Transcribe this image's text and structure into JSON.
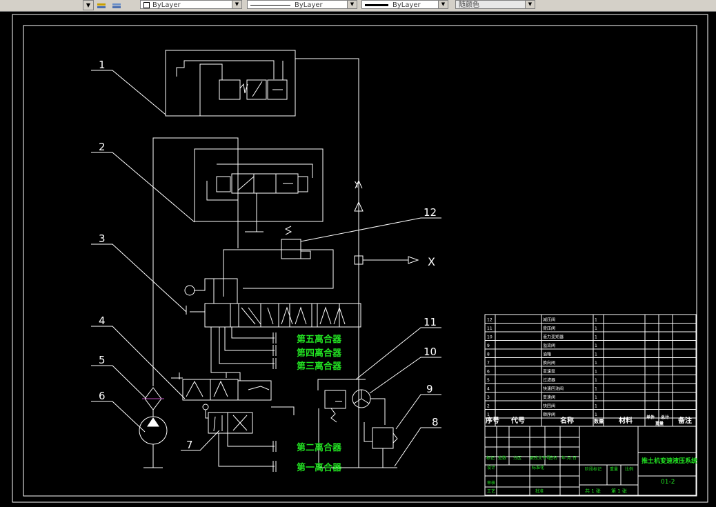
{
  "toolbar": {
    "layer_color": "ByLayer",
    "linetype": "ByLayer",
    "lineweight": "ByLayer",
    "plot_style": "随颜色"
  },
  "callouts": [
    "1",
    "2",
    "3",
    "4",
    "5",
    "6",
    "7",
    "8",
    "9",
    "10",
    "11",
    "12"
  ],
  "clutches": {
    "c5": "第五离合器",
    "c4": "第四离合器",
    "c3": "第三离合器",
    "c2": "第二离合器",
    "c1": "第一离合器"
  },
  "ports": {
    "x": "X",
    "y": "Y"
  },
  "bom": {
    "rows": [
      {
        "no": "12",
        "name": "减压阀"
      },
      {
        "no": "11",
        "name": "背压阀"
      },
      {
        "no": "10",
        "name": "液力变矩器"
      },
      {
        "no": "9",
        "name": "溢流阀"
      },
      {
        "no": "8",
        "name": "油箱"
      },
      {
        "no": "7",
        "name": "换向阀"
      },
      {
        "no": "6",
        "name": "变速泵"
      },
      {
        "no": "5",
        "name": "过滤器"
      },
      {
        "no": "4",
        "name": "快速回油阀"
      },
      {
        "no": "3",
        "name": "变速阀"
      },
      {
        "no": "2",
        "name": "快回阀"
      },
      {
        "no": "1",
        "name": "顺序阀"
      }
    ],
    "header": {
      "no": "序号",
      "code": "代号",
      "name": "名称",
      "qty": "数量",
      "material": "材料",
      "unit_weight": "单件",
      "total_weight": "总计",
      "weight": "重量",
      "remark": "备注"
    }
  },
  "title_block": {
    "drawing_title": "推土机变速液压系统",
    "drawing_no": "01-2",
    "row_marks": "标记",
    "row_count": "处数",
    "row_zone": "分区",
    "row_doc": "更改文件号",
    "row_sign": "签名",
    "row_date": "年.月.日",
    "designer": "设计",
    "standardize": "标准化",
    "review": "审核",
    "process": "工艺",
    "approve": "批准",
    "stage_mark": "阶段标记",
    "weight": "重量",
    "scale": "比例",
    "sheets_total": "共 1 张",
    "sheet_no": "第 1 张"
  }
}
